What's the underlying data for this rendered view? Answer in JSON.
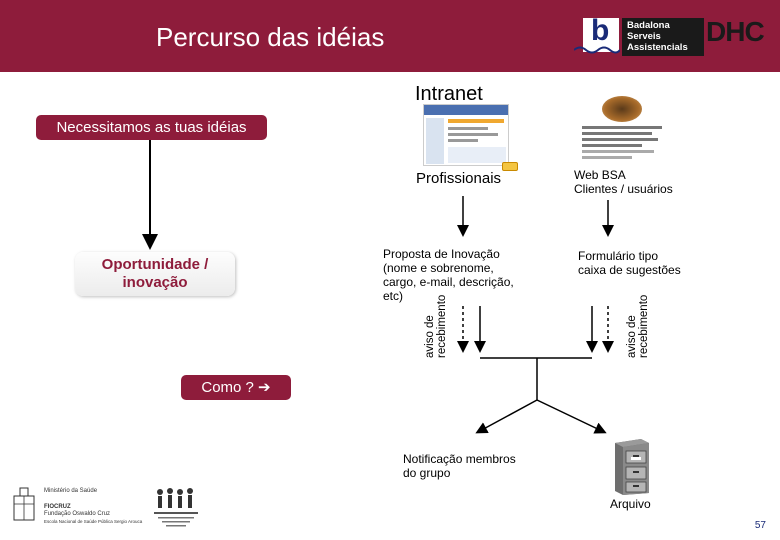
{
  "header": {
    "title": "Percurso das idéias",
    "logo_b": "b",
    "logo_badalona": [
      "Badalona",
      "Serveis",
      "Assistencials"
    ],
    "logo_dhc": "DHC"
  },
  "intranet_label": "Intranet",
  "need_pill": "Necessitamos as tuas idéias",
  "opportunity": [
    "Oportunidade /",
    "inovação"
  ],
  "profissionais_label": "Profissionais",
  "webbsa": {
    "line1": "Web BSA",
    "line2": "Clientes / usuários"
  },
  "proposal": [
    "Proposta de Inovação",
    "(nome e sobrenome,",
    "cargo, e-mail, descrição,",
    "etc)"
  ],
  "form": [
    "Formulário tipo",
    "caixa de sugestões"
  ],
  "aviso_left": [
    "aviso de",
    "recebimento"
  ],
  "aviso_right": [
    "aviso de",
    "recebimento"
  ],
  "como_label": "Como ? ➔",
  "notification": [
    "Notificação membros",
    "do grupo"
  ],
  "arquivo_label": "Arquivo",
  "footer": {
    "ministerio": "Ministério da Saúde",
    "fiocruz": "FIOCRUZ",
    "fiocruz_sub": "Fundação Oswaldo Cruz",
    "escola": "Escola Nacional de Saúde Pública Sergio Arouca",
    "page_number": "57"
  }
}
